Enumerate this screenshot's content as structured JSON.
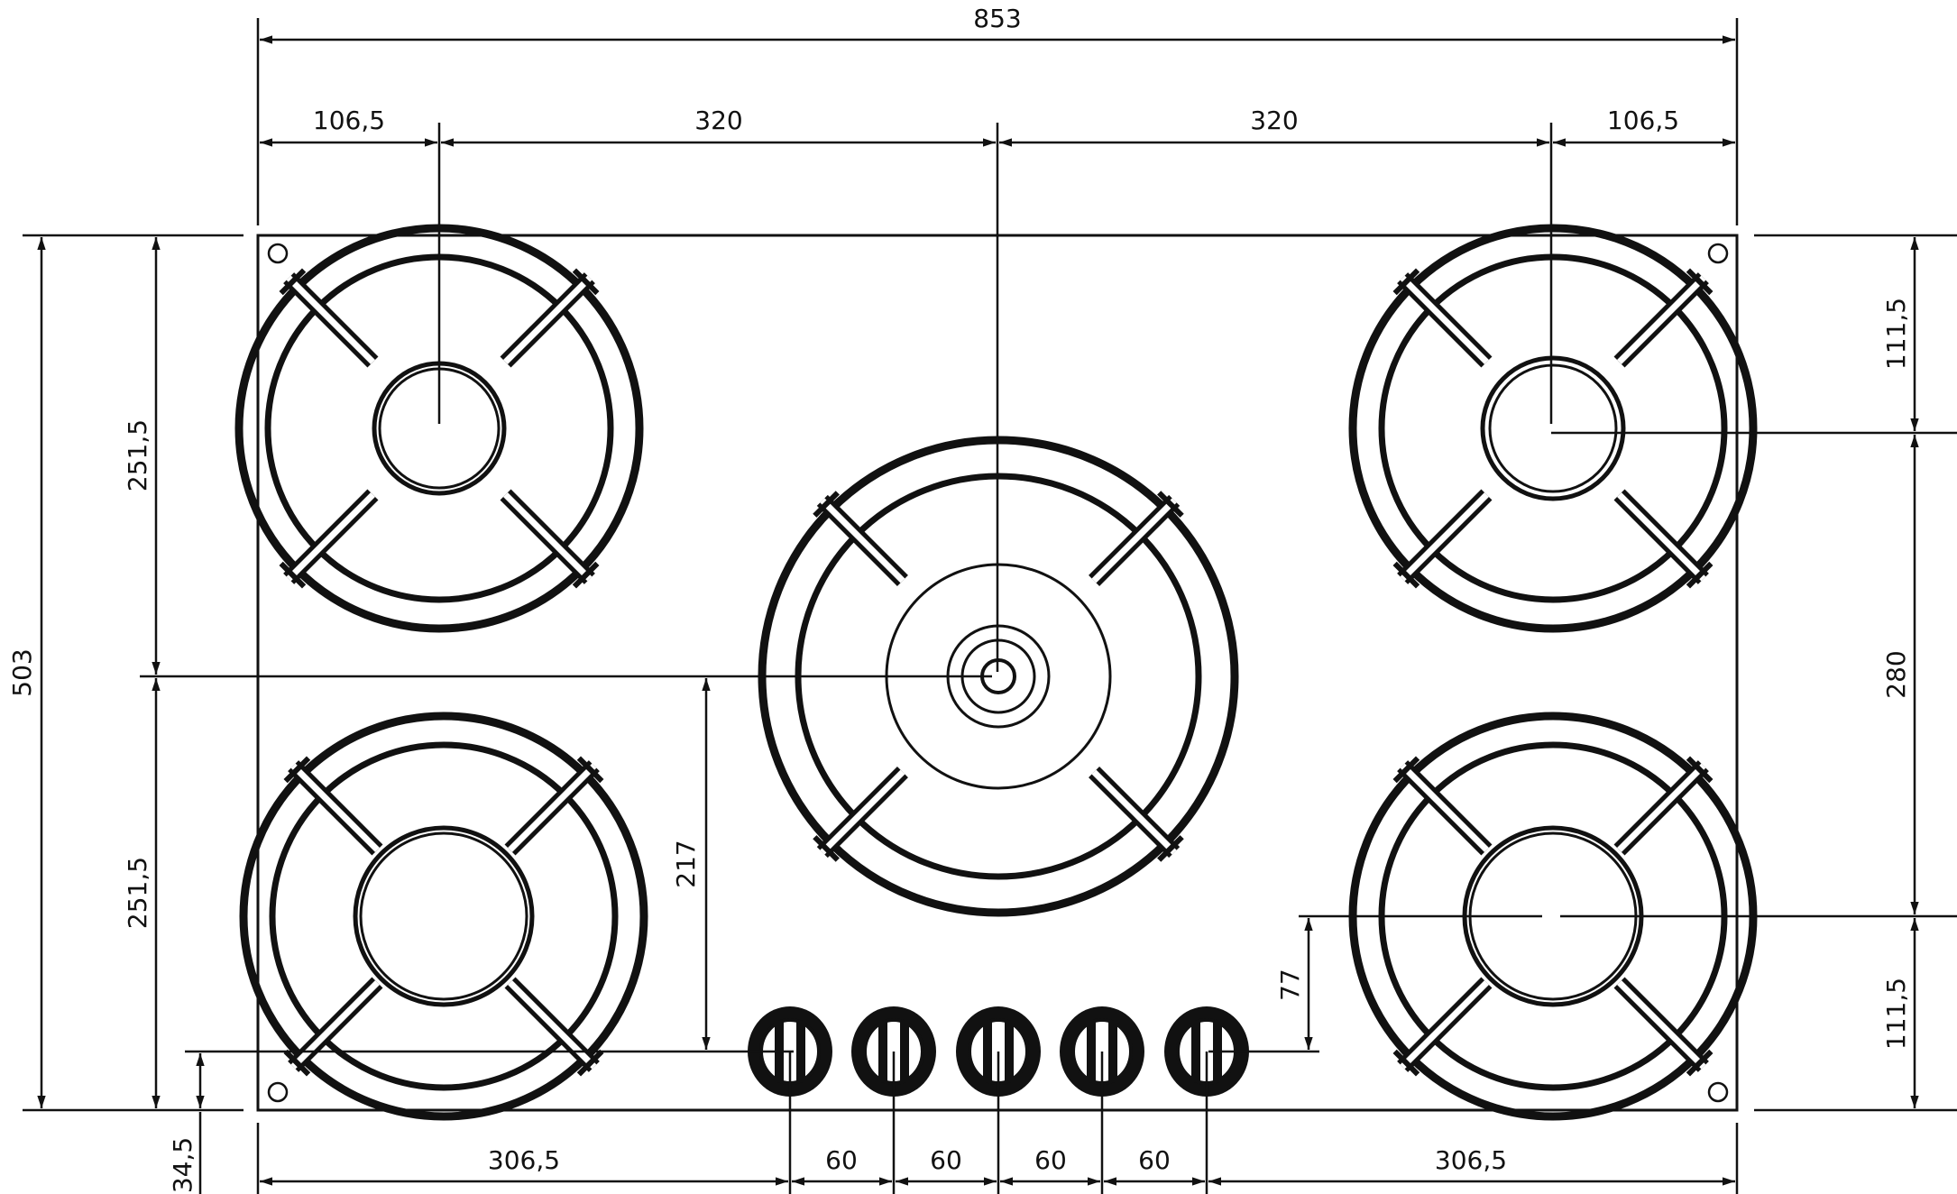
{
  "drawing": {
    "type": "technical-dimension-drawing",
    "subject": "5-burner gas hob",
    "colors": {
      "line": "#111111",
      "background": "#ffffff"
    },
    "dimensions": {
      "overall_width": "853",
      "overall_depth": "503",
      "top_left_offset": "106,5",
      "top_left_span": "320",
      "top_right_span": "320",
      "top_right_offset": "106,5",
      "left_upper": "251,5",
      "left_lower": "251,5",
      "center_burner_height": "217",
      "right_top": "111,5",
      "right_middle": "280",
      "right_bottom": "111,5",
      "knob_height": "77",
      "bottom_margin": "34,5",
      "bottom_left": "306,5",
      "knob_spacing_1": "60",
      "knob_spacing_2": "60",
      "knob_spacing_3": "60",
      "knob_spacing_4": "60",
      "bottom_right": "306,5"
    },
    "burners": [
      "top-left",
      "bottom-left",
      "center",
      "top-right",
      "bottom-right"
    ],
    "knob_count": 5
  }
}
